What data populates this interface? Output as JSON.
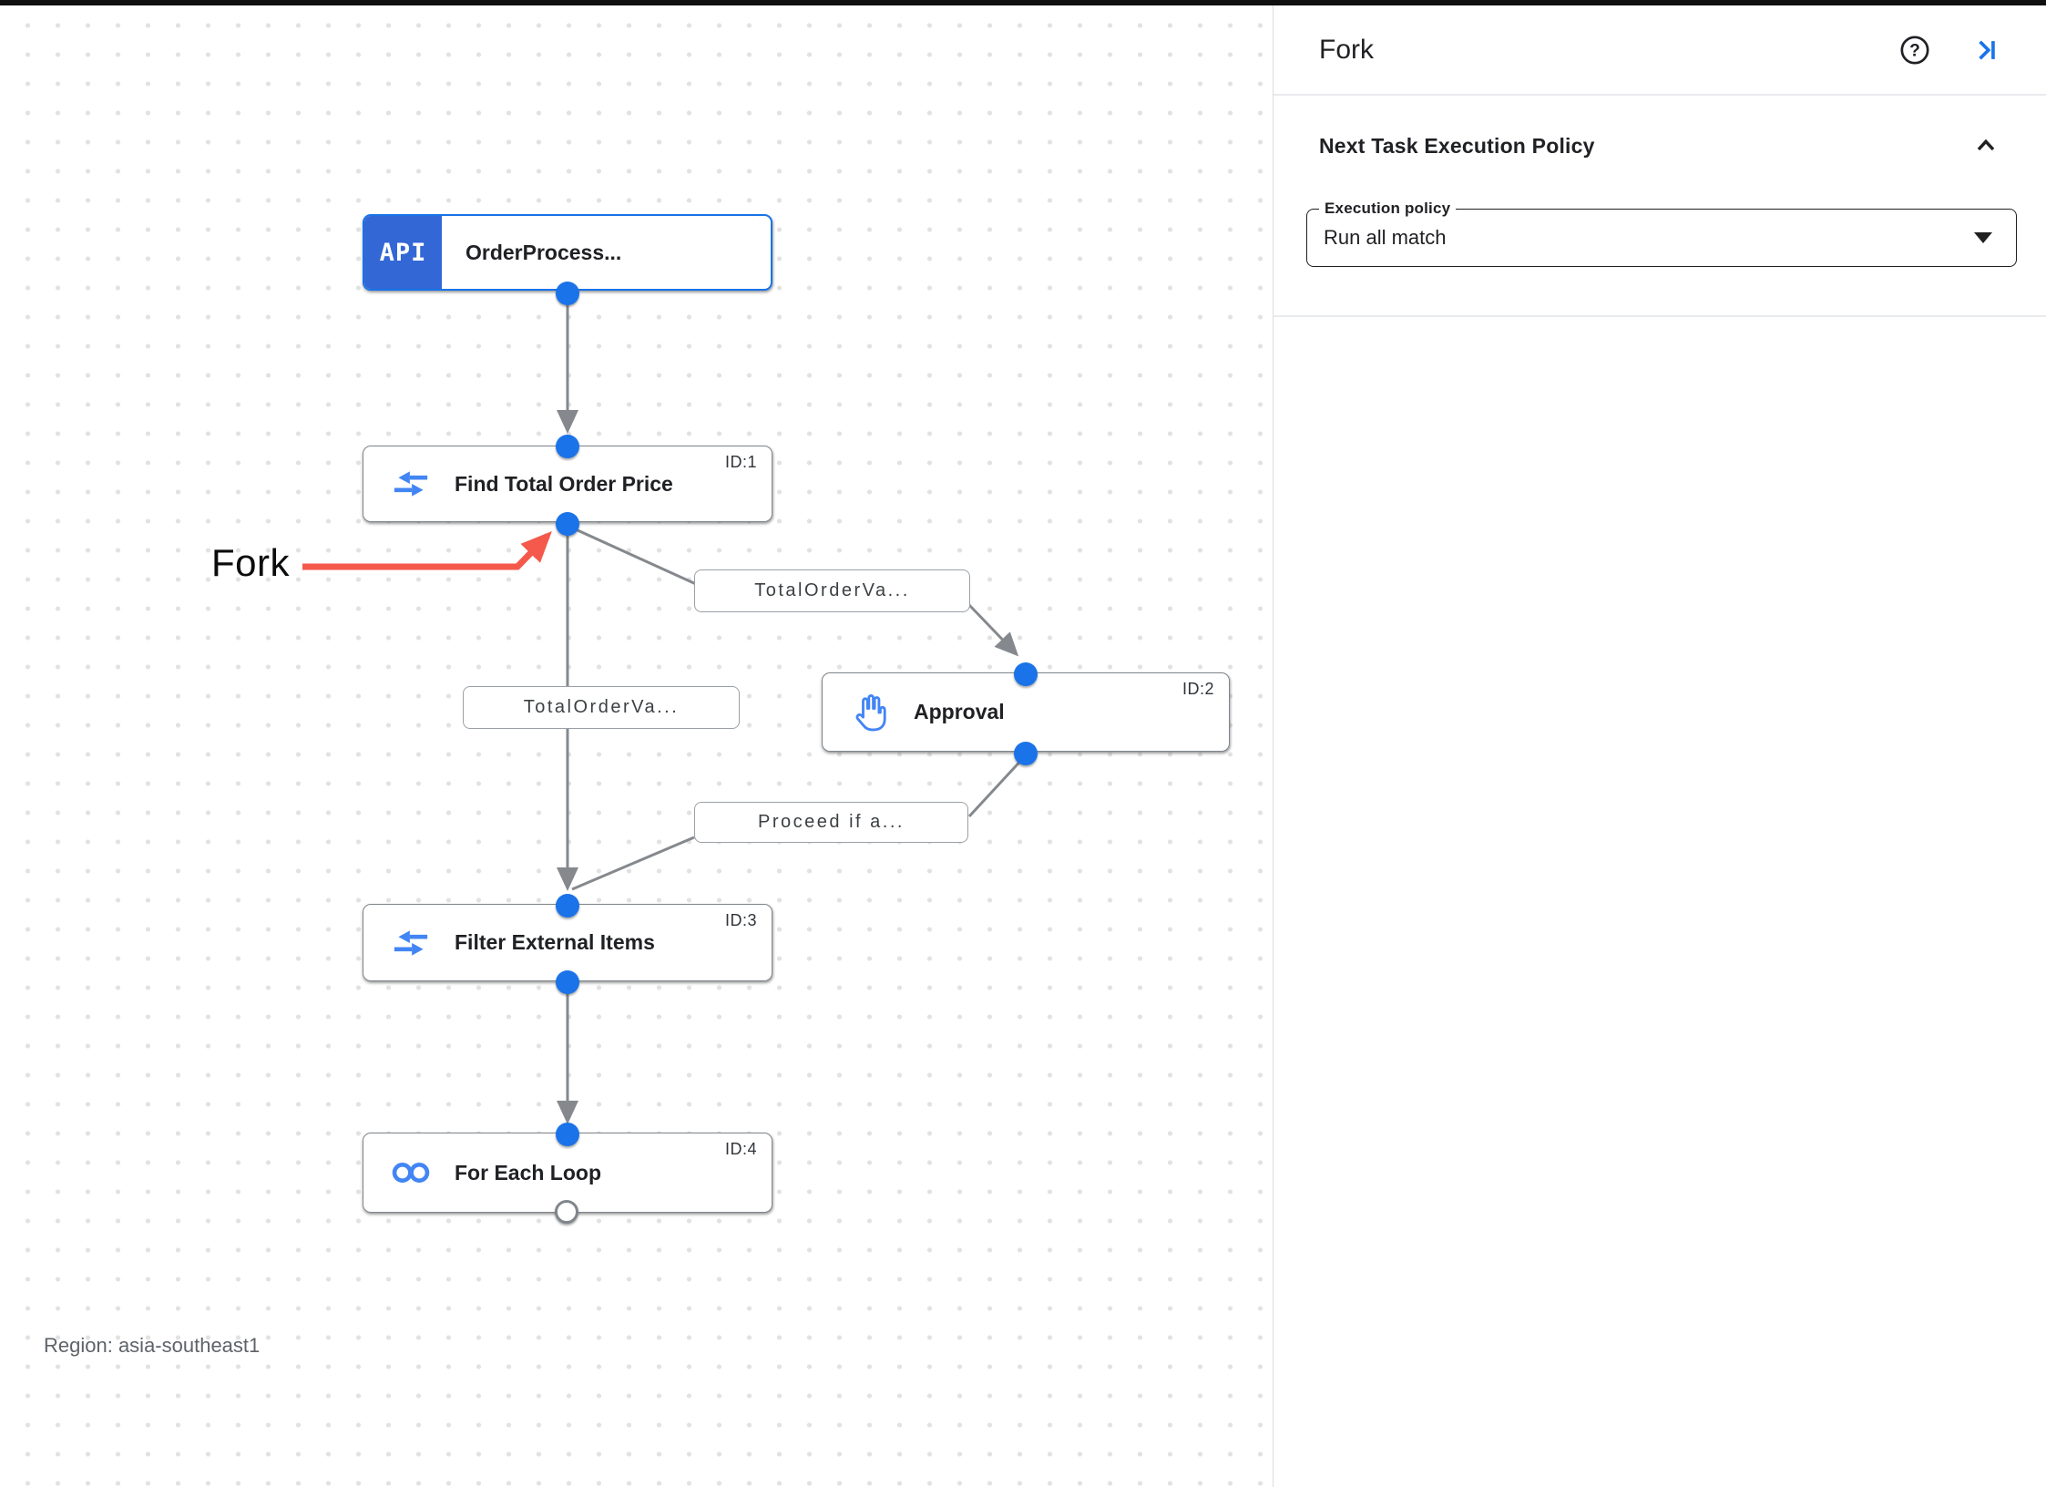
{
  "canvas": {
    "region_label": "Region: asia-southeast1",
    "annotation": {
      "label": "Fork"
    },
    "nodes": [
      {
        "badge": "API",
        "title": "OrderProcess..."
      },
      {
        "id": "ID:1",
        "title": "Find Total Order Price"
      },
      {
        "id": "ID:2",
        "title": "Approval"
      },
      {
        "id": "ID:3",
        "title": "Filter External Items"
      },
      {
        "id": "ID:4",
        "title": "For Each Loop"
      }
    ],
    "edge_labels": [
      {
        "text": "TotalOrderVa..."
      },
      {
        "text": "TotalOrderVa..."
      },
      {
        "text": "Proceed if a..."
      }
    ]
  },
  "panel": {
    "title": "Fork",
    "section_title": "Next Task Execution Policy",
    "execution_policy": {
      "label": "Execution policy",
      "value": "Run all match"
    }
  },
  "colors": {
    "accent_blue": "#1a73e8",
    "icon_blue": "#4285f4",
    "badge_blue": "#3367d6",
    "edge_gray": "#85898d",
    "annotation_red": "#f4594b"
  }
}
